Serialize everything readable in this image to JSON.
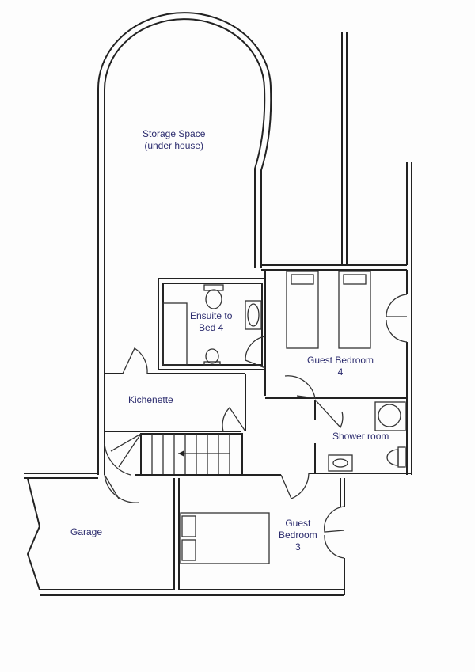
{
  "rooms": {
    "storage": {
      "line1": "Storage Space",
      "line2": "(under house)"
    },
    "ensuite": {
      "line1": "Ensuite to",
      "line2": "Bed 4"
    },
    "guest4": {
      "line1": "Guest Bedroom",
      "line2": "4"
    },
    "kitchenette": {
      "label": "Kichenette"
    },
    "shower": {
      "label": "Shower room"
    },
    "garage": {
      "label": "Garage"
    },
    "guest3": {
      "line1": "Guest",
      "line2": "Bedroom",
      "line3": "3"
    }
  },
  "colors": {
    "text": "#2c2c6e",
    "walls": "#222222"
  }
}
